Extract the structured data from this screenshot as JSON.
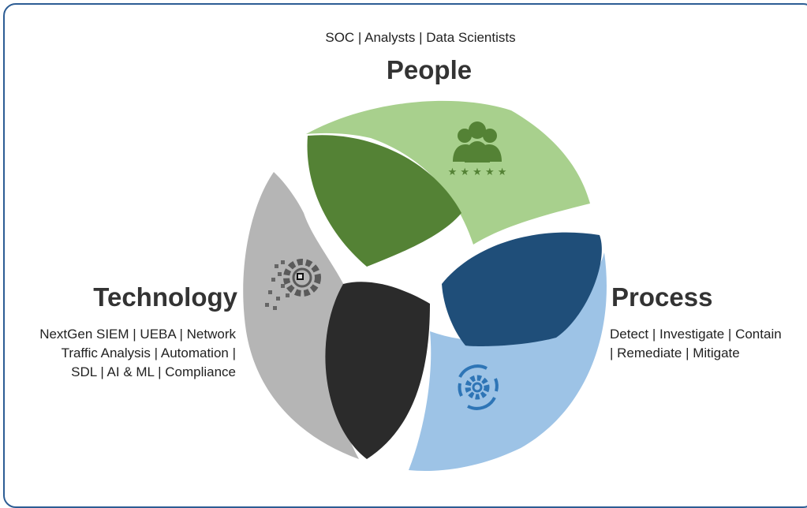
{
  "people": {
    "title": "People",
    "subtitle": "SOC | Analysts | Data Scientists",
    "icon": "people-group-icon",
    "colors": {
      "light": "#a8d08d",
      "dark": "#548235"
    }
  },
  "technology": {
    "title": "Technology",
    "subtitle_lines": [
      "NextGen SIEM | UEBA | Network",
      "Traffic Analysis | Automation |",
      "SDL | AI & ML | Compliance"
    ],
    "icon": "gear-pixel-icon",
    "colors": {
      "light": "#b5b5b5",
      "dark": "#2b2b2b"
    }
  },
  "process": {
    "title": "Process",
    "subtitle_lines": [
      "Detect | Investigate | Contain",
      "| Remediate | Mitigate"
    ],
    "icon": "gear-cycle-icon",
    "colors": {
      "light": "#9dc3e6",
      "dark": "#1f4e79"
    }
  },
  "frame_color": "#2d5d94"
}
